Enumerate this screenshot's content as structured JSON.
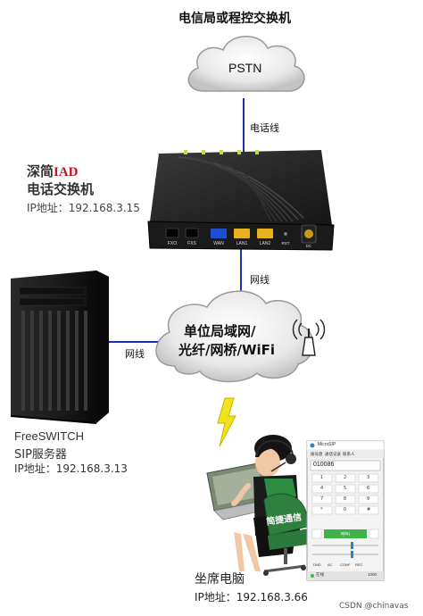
{
  "title": "电信局或程控交换机",
  "pstn": "PSTN",
  "links": {
    "phone_line": "电话线",
    "net_line_vertical": "网线",
    "net_line_left": "网线"
  },
  "iad": {
    "brand_prefix": "深简",
    "brand_suffix": "IAD",
    "name": "电话交换机",
    "ip": "IP地址：192.168.3.15",
    "ports": [
      "FXO",
      "FXS",
      "WAN",
      "LAN1",
      "LAN2",
      "RST",
      "DC"
    ]
  },
  "lan_cloud": {
    "line1": "单位局域网/",
    "line2": "光纤/网桥/WiFi"
  },
  "server": {
    "name": "FreeSWITCH",
    "role": "SIP服务器",
    "ip": "IP地址：192.168.3.13"
  },
  "seat": {
    "name": "坐席电脑",
    "ip": "IP地址：192.168.3.66",
    "chair_text": "简捷通信"
  },
  "softphone": {
    "title": "MicroSIP",
    "tabs": [
      "拨号盘",
      "通话记录",
      "联系人"
    ],
    "number": "010086",
    "keys": [
      "1",
      "2",
      "3",
      "4",
      "5",
      "6",
      "7",
      "8",
      "9",
      "*",
      "0",
      "#"
    ],
    "call_label": "呼叫",
    "bottom_buttons": [
      "DND",
      "AC",
      "CONF",
      "REC"
    ],
    "status_left": "在线",
    "status_right": "1000"
  },
  "watermark": "CSDN @chinavas",
  "colors": {
    "accent_red": "#c0141c",
    "link_line": "#1e2fb0",
    "bolt_yellow": "#f2e21d",
    "call_green": "#3fb24a"
  }
}
